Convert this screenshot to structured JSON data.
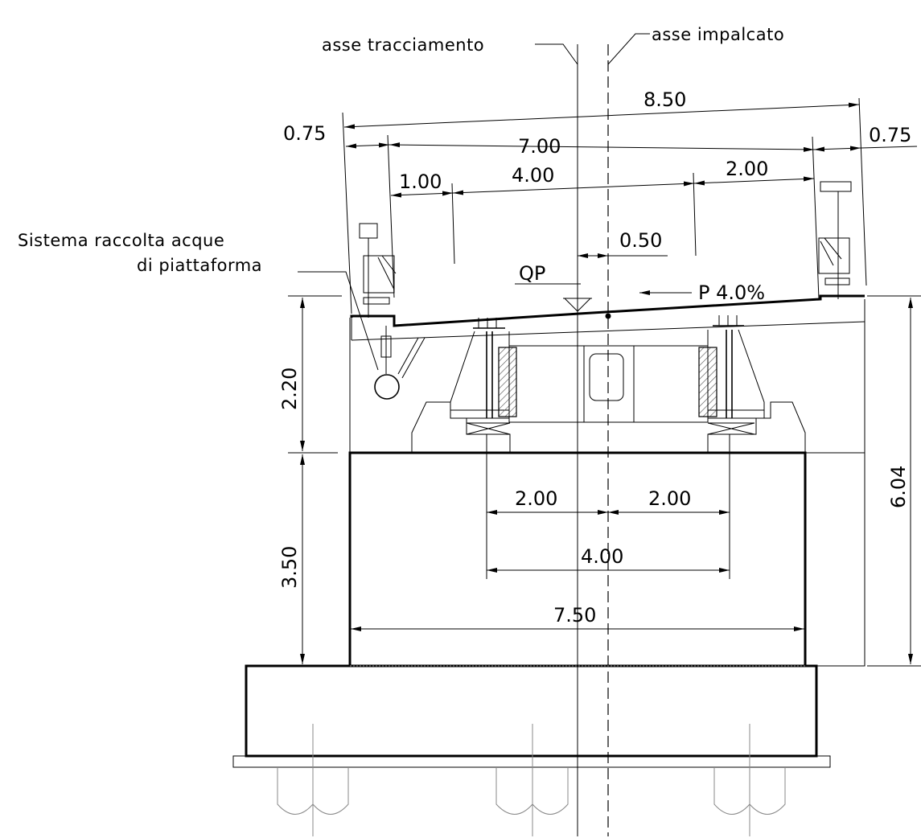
{
  "labels": {
    "axis_tracciamento": "asse tracciamento",
    "axis_impalcato": "asse impalcato",
    "drainage_line1": "Sistema raccolta acque",
    "drainage_line2": "di piattaforma",
    "qp": "QP",
    "slope": "P 4.0%"
  },
  "dimensions": {
    "deck_total": "8.50",
    "roadway": "7.00",
    "curb_left": "0.75",
    "curb_right": "0.75",
    "lane_left_margin": "1.00",
    "lane_width": "4.00",
    "lane_right_margin": "2.00",
    "axis_offset": "0.50",
    "height_upper": "2.20",
    "height_lower": "3.50",
    "height_total": "6.04",
    "pier_half_left": "2.00",
    "pier_half_right": "2.00",
    "pier_inner": "4.00",
    "pier_width": "7.50"
  },
  "colors": {
    "line": "#000000",
    "hatch": "#555555"
  }
}
